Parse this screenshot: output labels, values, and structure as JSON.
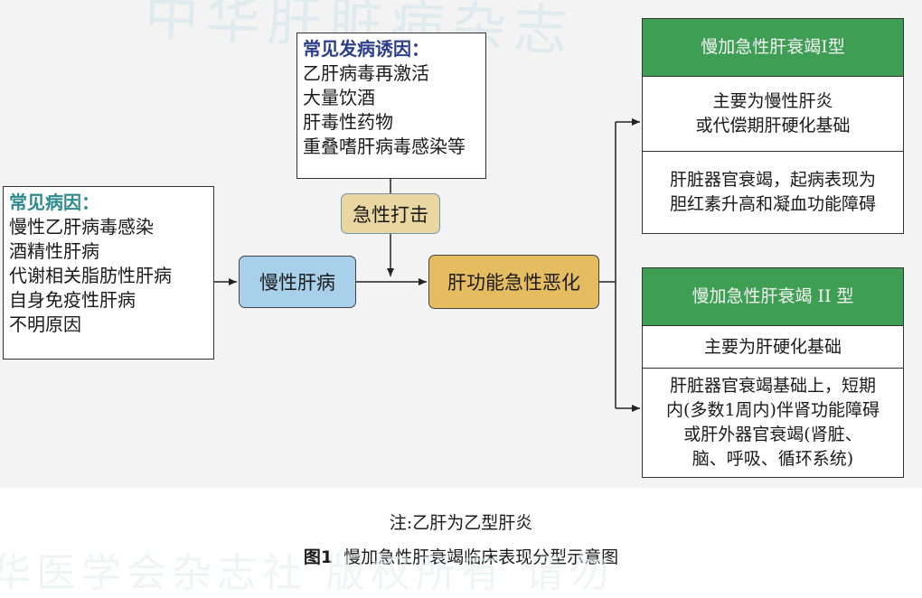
{
  "watermark_top": "中华肝脏病杂志",
  "watermark_bottom": "华医学会杂志社 版权所有 请勿",
  "triggers": {
    "heading": "常见发病诱因：",
    "items": [
      "乙肝病毒再激活",
      "大量饮酒",
      "肝毒性药物",
      "重叠嗜肝病毒感染等"
    ]
  },
  "causes": {
    "heading": "常见病因：",
    "items": [
      "慢性乙肝病毒感染",
      "酒精性肝病",
      "代谢相关脂肪性肝病",
      "自身免疫性肝病",
      "不明原因"
    ]
  },
  "acute_hit": "急性打击",
  "chronic_liver": "慢性肝病",
  "deterioration": "肝功能急性恶化",
  "type1": {
    "title": "慢加急性肝衰竭I型",
    "basis": [
      "主要为慢性肝炎",
      "或代偿期肝硬化基础"
    ],
    "feature": [
      "肝脏器官衰竭，起病表现为",
      "胆红素升高和凝血功能障碍"
    ]
  },
  "type2": {
    "title": "慢加急性肝衰竭 II 型",
    "basis": [
      "主要为肝硬化基础"
    ],
    "feature": [
      "肝脏器官衰竭基础上，短期",
      "内(多数1周内)伴肾功能障碍",
      "或肝外器官衰竭(肾脏、",
      "脑、呼吸、循环系统)"
    ]
  },
  "note": "注:乙肝为乙型肝炎",
  "caption_label": "图1",
  "caption_text": "慢加急性肝衰竭临床表现分型示意图",
  "colors": {
    "green_header": "#3e9f54",
    "blue_pill": "#a9d0ea",
    "tan_pill": "#e9d6a0",
    "gold_pill": "#e5bc5f"
  }
}
